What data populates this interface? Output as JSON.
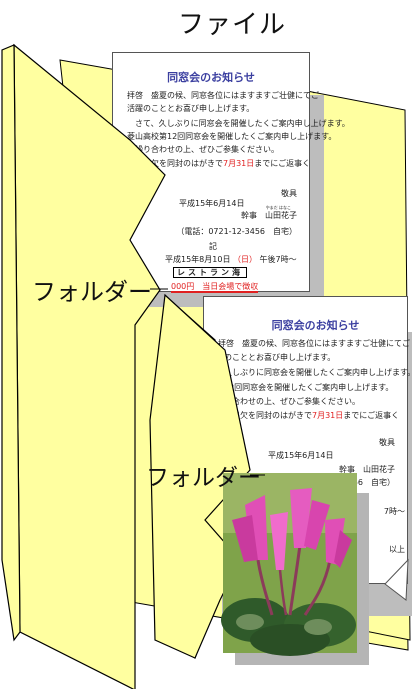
{
  "labels": {
    "file": "ファイル",
    "folder_upper": "フォルダー",
    "folder_lower": "フォルダー"
  },
  "document_back": {
    "title": "同窓会のお知らせ",
    "lines": [
      "拝啓　盛夏の候、同窓各位にはますますご壮健にてご",
      "活躍のこととお喜び申し上げます。",
      "　さて、久しぶりに同窓会を開催したくご案内申し上げます。",
      "菱山高校第12回同窓会を開催したくご案内申し上げます。",
      "お繰り合わせの上、ぜひご参集ください。",
      "　ご出欠を同封のはがきで7月31日までにご返事く"
    ],
    "closing": "敬具",
    "date": "平成15年6月14日",
    "organizer": "幹事　山田花子",
    "organizer_ruby": "やまだ はなこ",
    "phone": "（電話：0721-12-3456　自宅）",
    "ki": "記",
    "event_date_prefix": "平成15年8月10日",
    "event_day": "（日）",
    "event_time": "午後7時～",
    "venue": "レストラン海",
    "fee": "000円　当日会場で徴収"
  },
  "document_front": {
    "title": "同窓会のお知らせ",
    "lines": [
      "拝啓　盛夏の候、同窓各位にはますますご壮健にてご",
      "のこととお喜び申し上げます。",
      "久しぶりに同窓会を開催したくご案内申し上げます。",
      "12回同窓会を開催したくご案内申し上げます。",
      "り合わせの上、ぜひご参集ください。",
      "ご出欠を同封のはがきで7月31日までにご返事く"
    ],
    "closing": "敬具",
    "date": "平成15年6月14日",
    "organizer": "幹事　山田花子",
    "phone_partial": "56　自宅）",
    "time_partial": "7時～",
    "footer_partial": "以上"
  },
  "photo": {
    "subject": "シクラメン",
    "colors": {
      "petal": "#e04fb6",
      "leaf": "#2f5a2a",
      "bg": "#7fa34a"
    }
  },
  "colors": {
    "folder_fill": "#ffffa0",
    "folder_stroke": "#000000",
    "doc_title": "#3b3fa0",
    "accent_red": "#e02020",
    "shadow": "#bdbdbd"
  }
}
